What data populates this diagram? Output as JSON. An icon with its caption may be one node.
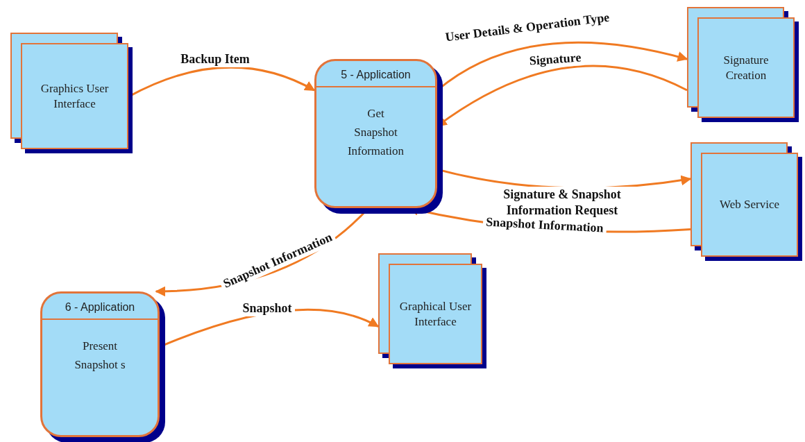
{
  "diagram": {
    "nodes": [
      {
        "text": [
          "Graphics User Interface"
        ]
      },
      {
        "text": [
          "5 - Application",
          "Get Snapshot Information"
        ]
      },
      {
        "text": [
          "Signature Creation"
        ]
      },
      {
        "text": [
          "Web Service"
        ]
      },
      {
        "text": [
          "6 - Application",
          "Present Snapshot s"
        ]
      },
      {
        "text": [
          "Graphical User Interface"
        ]
      }
    ],
    "edges": [
      {
        "from": 0,
        "to": 1,
        "arrow": "to",
        "label": "Backup Item"
      },
      {
        "from": 1,
        "to": 2,
        "arrow": "to",
        "label": "User Details & Operation Type"
      },
      {
        "from": 2,
        "to": 1,
        "arrow": "to",
        "label": "Signature"
      },
      {
        "from": 1,
        "to": 3,
        "arrow": "to",
        "label": "Signature & Snapshot Information Request"
      },
      {
        "from": 3,
        "to": 1,
        "arrow": "to",
        "label": "Snapshot Information"
      },
      {
        "from": 1,
        "to": 4,
        "arrow": "to",
        "label": "Snapshot Information"
      },
      {
        "from": 4,
        "to": 5,
        "arrow": "to",
        "label": "Snapshot"
      }
    ]
  }
}
